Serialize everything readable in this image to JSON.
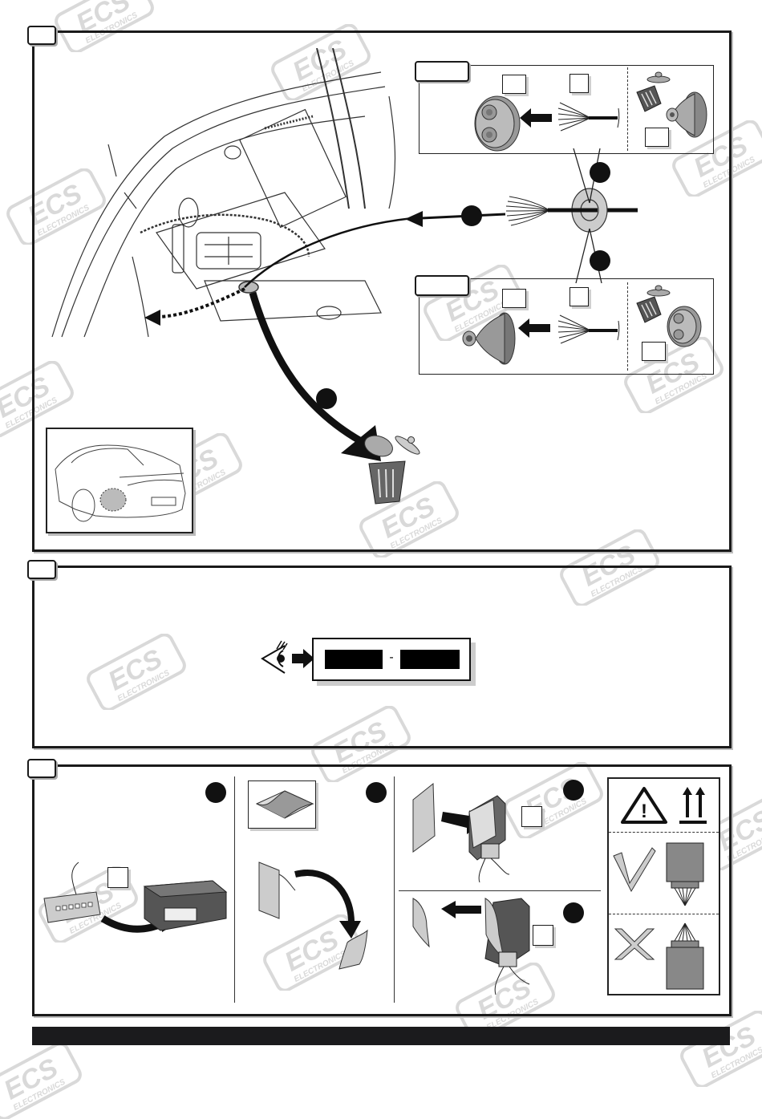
{
  "document": {
    "brand_watermark": {
      "main": "ECS",
      "sub": "ELECTRONICS"
    },
    "watermark_color": "#d9d9d9"
  },
  "sections": [
    {
      "id": "step-1",
      "step_tab_text": "",
      "illustration": "Rear trunk interior: remove plug from body hole, route harness through grommet",
      "insets": [
        {
          "id": "grommet-option-a",
          "tab_text": "",
          "label_boxes": [
            "",
            "",
            ""
          ],
          "items": [
            "twin-hole-grommet",
            "wire-bundle",
            "trash-bin",
            "plug-cap",
            "single-grommet"
          ]
        },
        {
          "id": "grommet-option-b",
          "tab_text": "",
          "label_boxes": [
            "",
            "",
            ""
          ],
          "items": [
            "single-grommet",
            "wire-bundle",
            "trash-bin",
            "plug-cap",
            "twin-hole-grommet"
          ]
        }
      ],
      "car_locator": {
        "highlight": "rear-left-bumper-area"
      }
    },
    {
      "id": "step-2",
      "step_tab_text": "",
      "code_display": {
        "left_value": "",
        "separator": "-",
        "right_value": ""
      }
    },
    {
      "id": "step-3",
      "step_tab_text": "",
      "sub_steps": [
        {
          "id": "connect-module",
          "label_box": ""
        },
        {
          "id": "adhesive-pad",
          "label_box": ""
        },
        {
          "id": "attach-pad",
          "label_box": ""
        },
        {
          "id": "peel-backing",
          "label_box": ""
        }
      ],
      "orientation_guide": {
        "warning": "!",
        "correct_symbol": "✓",
        "wrong_symbol": "✕"
      }
    }
  ],
  "footer": {
    "text": ""
  }
}
